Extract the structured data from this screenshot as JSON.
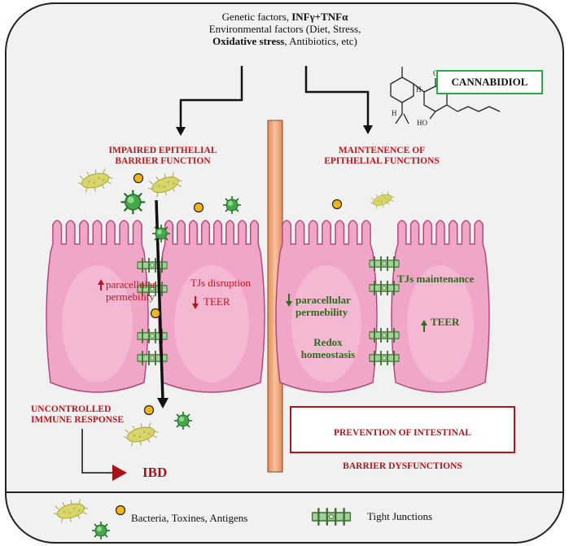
{
  "header": {
    "line1_prefix": "Genetic factors, ",
    "line1_bold": "INFγ+TNFα",
    "line2": "Environmental factors (Diet, Stress,",
    "line3_bold": "Oxidative stress",
    "line3_suffix": ", Antibiotics, etc)"
  },
  "cannabidiol_label": "CANNABIDIOL",
  "molecule_labels": {
    "oh_top": "OH",
    "oh_bottom": "HO",
    "h_top": "H",
    "h_bottom": "H"
  },
  "left_panel": {
    "title_line1": "IMPAIRED EPITHELIAL",
    "title_line2": "BARRIER FUNCTION",
    "paracellular_line1": "paracellular",
    "paracellular_line2": "permebility",
    "tjs_disruption": "TJs disruption",
    "teer": "TEER",
    "immune_line1": "UNCONTROLLED",
    "immune_line2": "IMMUNE RESPONSE",
    "ibd": "IBD"
  },
  "right_panel": {
    "title_line1": "MAINTENENCE OF",
    "title_line2": "EPITHELIAL FUNCTIONS",
    "paracellular_line1": "paracellular",
    "paracellular_line2": "permebility",
    "redox_line1": "Redox",
    "redox_line2": "homeostasis",
    "tjs_maintenance": "TJs maintenance",
    "teer": "TEER",
    "prevention_line1": "PREVENTION OF INTESTINAL",
    "prevention_line2": "BARRIER DYSFUNCTIONS"
  },
  "legend": {
    "bacteria_label": "Bacteria, Toxines, Antigens",
    "tight_junctions_label": "Tight Junctions"
  },
  "colors": {
    "cell_fill": "#f0a6c6",
    "cell_stroke": "#b34a7e",
    "red_text": "#c0141c",
    "green_text": "#2e6b1f",
    "divider": "#f2a77a",
    "cbd_box_border": "#2ea64a",
    "bacteria": "#d9d36a",
    "virus": "#3aa83a",
    "particle": "#f1b41c"
  }
}
